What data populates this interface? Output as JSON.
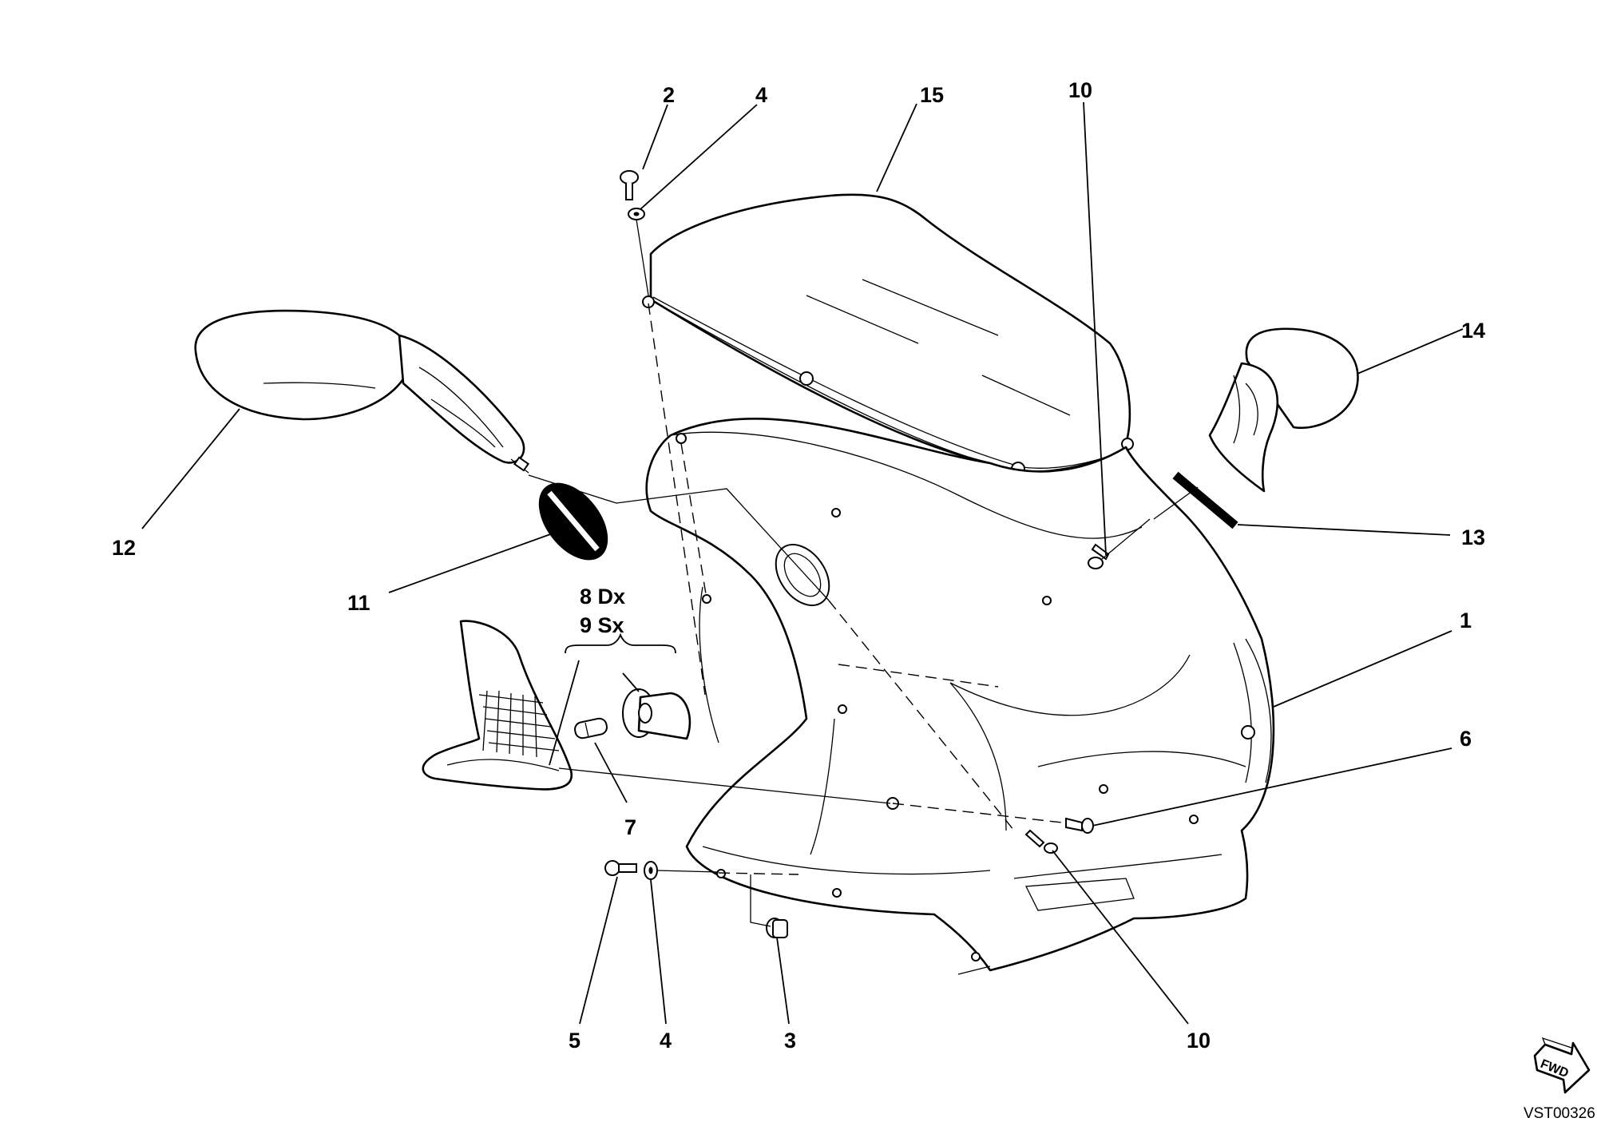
{
  "diagram": {
    "drawing_code": "VST00326",
    "fwd_label": "FWD",
    "callouts": {
      "c1": "1",
      "c2": "2",
      "c3": "3",
      "c4a": "4",
      "c4b": "4",
      "c5": "5",
      "c6": "6",
      "c7": "7",
      "c8": "8 Dx",
      "c9": "9 Sx",
      "c10a": "10",
      "c10b": "10",
      "c11": "11",
      "c12": "12",
      "c13": "13",
      "c14": "14",
      "c15": "15"
    },
    "colors": {
      "ink": "#000000",
      "paper": "#ffffff"
    }
  }
}
